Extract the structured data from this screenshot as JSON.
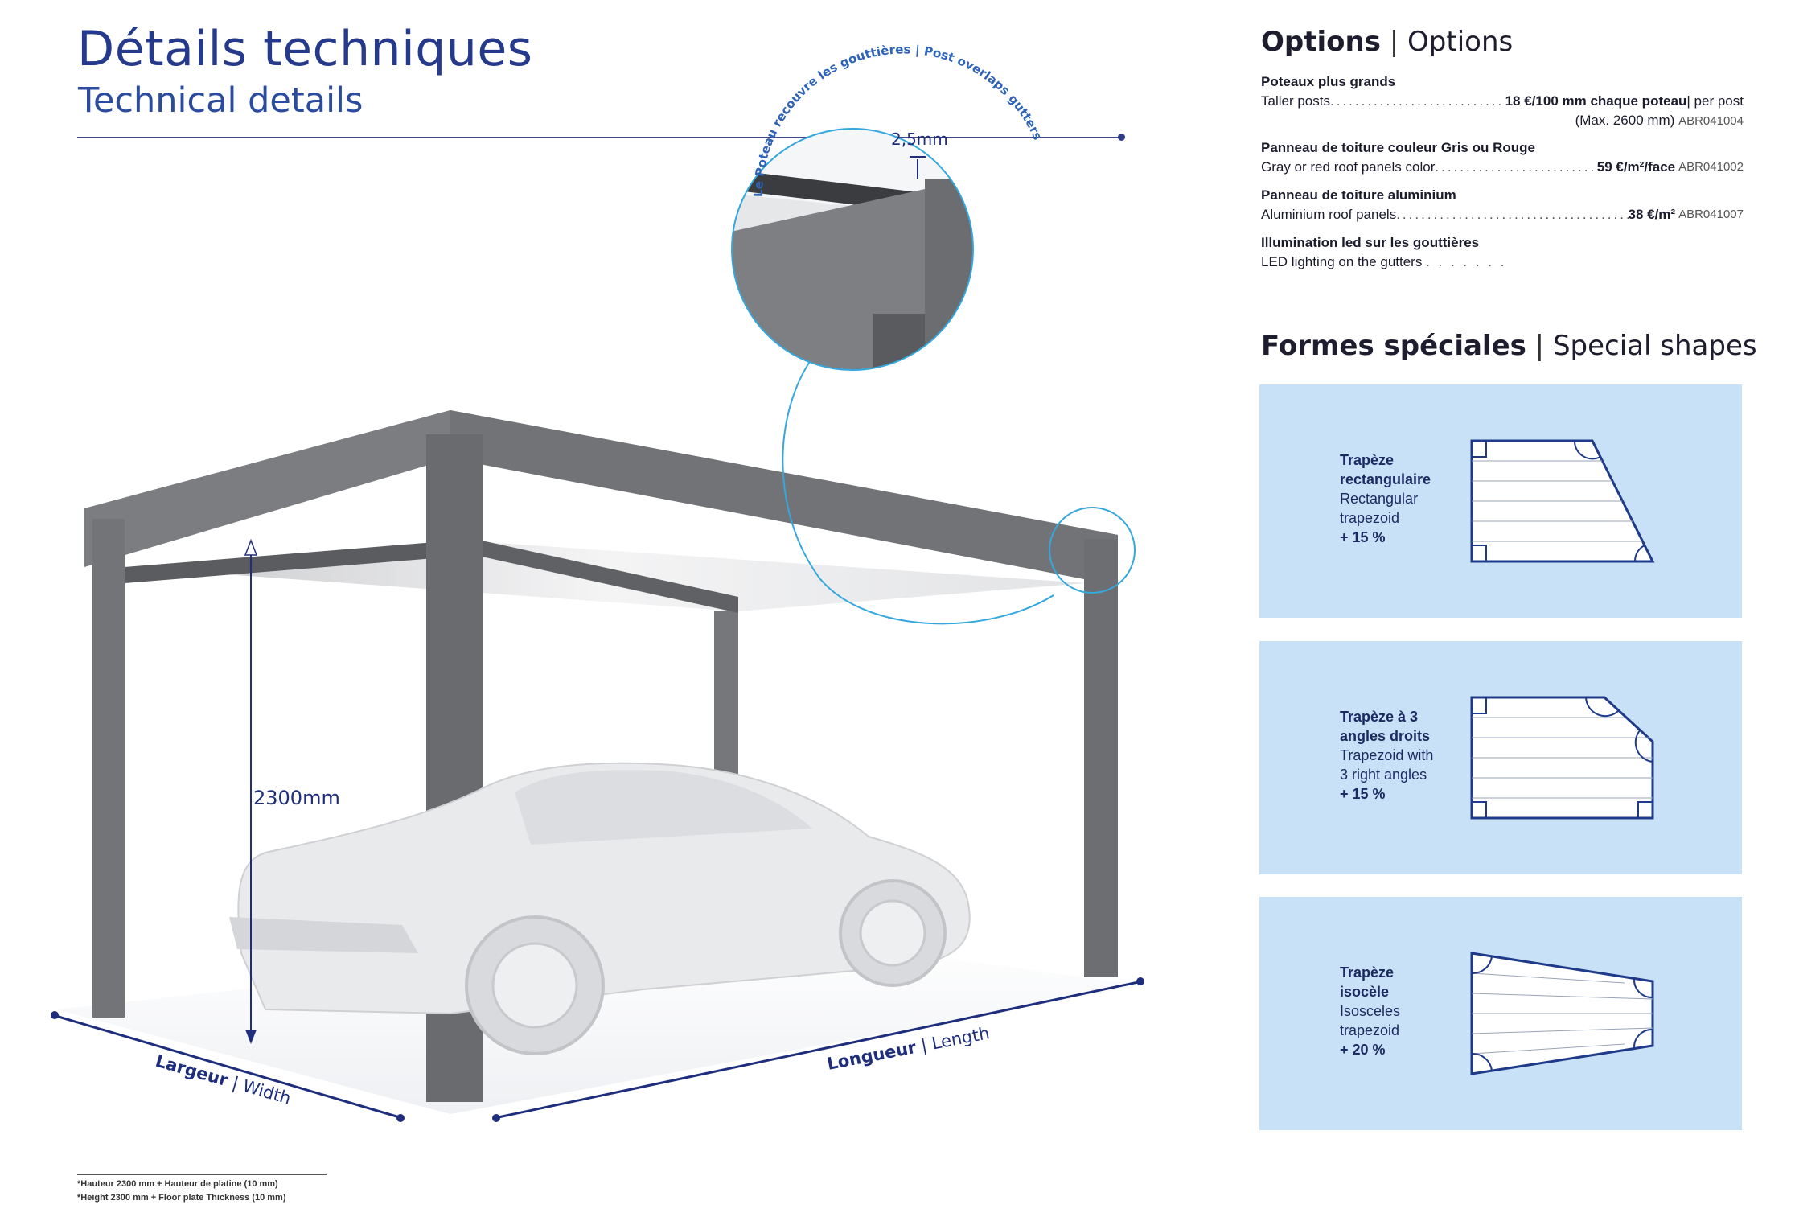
{
  "header": {
    "title_fr": "Détails techniques",
    "title_en": "Technical details"
  },
  "diagram": {
    "height_label": "2300mm",
    "detail_thickness": "2,5mm",
    "detail_caption": "Le Poteau recouvre les gouttières | Post overlaps gutters",
    "width_label_fr": "Largeur",
    "width_label_en": "Width",
    "length_label_fr": "Longueur",
    "length_label_en": "Length"
  },
  "options": {
    "heading_fr": "Options",
    "heading_en": "Options",
    "items": [
      {
        "title": "Poteaux plus grands",
        "desc": "Taller posts",
        "price": "18 €/100 mm chaque poteau",
        "suffix": " | per post",
        "note": "(Max. 2600 mm)",
        "code": "ABR041004"
      },
      {
        "title": "Panneau de toiture couleur Gris ou Rouge",
        "desc": "Gray or red roof panels color",
        "price": "59 €/m²/face",
        "code": "ABR041002"
      },
      {
        "title": "Panneau de toiture aluminium",
        "desc": "Aluminium roof panels",
        "price": "38 €/m²",
        "code": "ABR041007"
      },
      {
        "title": "Illumination led sur les gouttières",
        "desc": "LED lighting on the gutters"
      }
    ]
  },
  "special_shapes": {
    "heading_fr": "Formes spéciales",
    "heading_en": "Special shapes",
    "shapes": [
      {
        "name_fr_1": "Trapèze",
        "name_fr_2": "rectangulaire",
        "name_en_1": "Rectangular",
        "name_en_2": "trapezoid",
        "surcharge": "+ 15 %"
      },
      {
        "name_fr_1": "Trapèze à 3",
        "name_fr_2": "angles droits",
        "name_en_1": "Trapezoid with",
        "name_en_2": "3 right angles",
        "surcharge": "+ 15 %"
      },
      {
        "name_fr_1": "Trapèze",
        "name_fr_2": "isocèle",
        "name_en_1": "Isosceles",
        "name_en_2": "trapezoid",
        "surcharge": "+ 20 %"
      }
    ]
  },
  "footnote": {
    "line1": "*Hauteur 2300 mm + Hauteur de platine (10 mm)",
    "line2": "*Height 2300 mm + Floor plate Thickness (10 mm)"
  },
  "colors": {
    "brand_blue": "#253a8c",
    "accent_cyan": "#34a7dd",
    "frame_gray": "#6b6c70",
    "panel_blue": "#c9e1f6"
  }
}
